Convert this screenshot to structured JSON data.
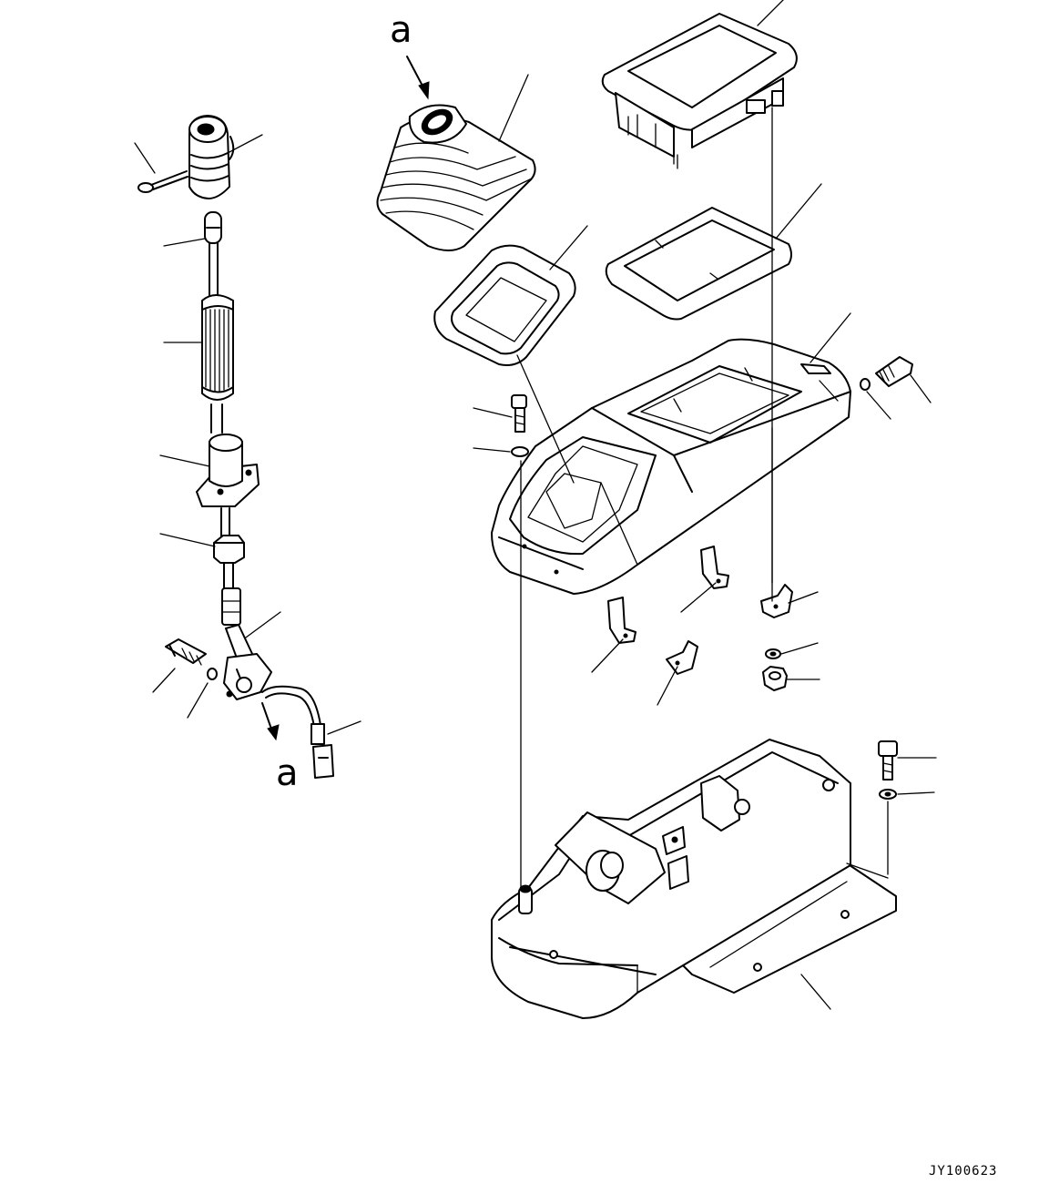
{
  "view_labels": {
    "top": "a",
    "bottom": "a"
  },
  "drawing_code": "JY100623"
}
